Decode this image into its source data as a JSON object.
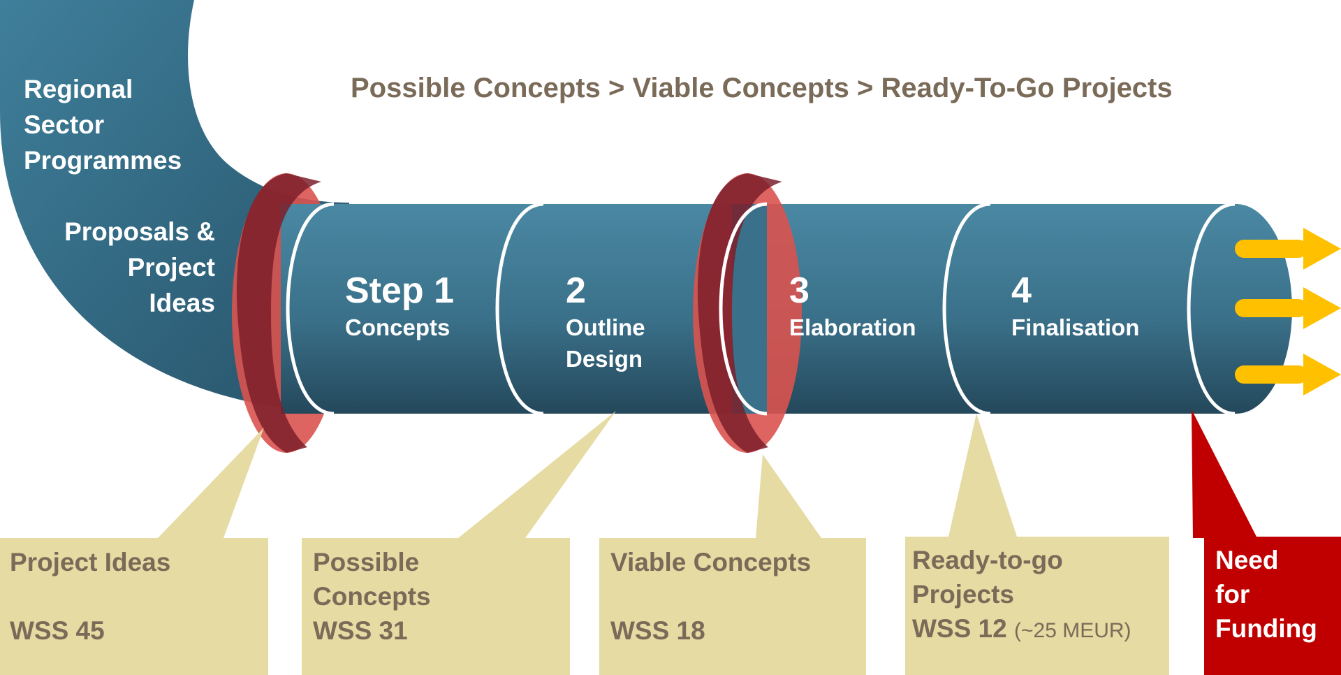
{
  "left_labels": {
    "regional": [
      "Regional",
      "Sector",
      "Programmes"
    ],
    "proposals": [
      "Proposals &",
      "Project",
      "Ideas"
    ]
  },
  "process_flow": "Possible Concepts > Viable Concepts > Ready-To-Go Projects",
  "steps": [
    {
      "number": "Step 1",
      "title": "Concepts"
    },
    {
      "number": "2",
      "title": "Outline Design"
    },
    {
      "number": "3",
      "title": "Elaboration"
    },
    {
      "number": "4",
      "title": "Finalisation"
    }
  ],
  "boxes": [
    {
      "title": "Project Ideas",
      "count": "WSS 45"
    },
    {
      "title": "Possible Concepts",
      "count": "WSS 31"
    },
    {
      "title": "Viable Concepts",
      "count": "WSS 18"
    },
    {
      "title": "Ready-to-go Projects",
      "count": "WSS 12",
      "note": "(~25 MEUR)"
    },
    {
      "title": "Need for Funding"
    }
  ],
  "colors": {
    "tube_dark": "#2f5d73",
    "tube_light": "#4a86a0",
    "ring_red": "#d9534f",
    "callout_tan": "#e5dba3",
    "callout_text": "#7a6a58",
    "funding_red": "#c00000",
    "arrow_gold": "#ffc000"
  }
}
